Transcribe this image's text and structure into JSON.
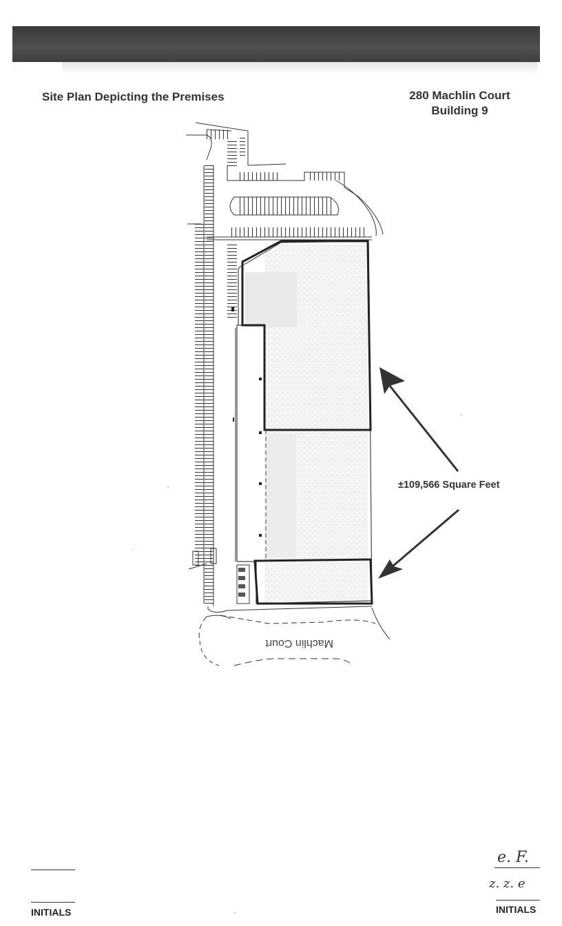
{
  "document": {
    "title": "Site Plan Depicting the Premises",
    "address_line1": "280 Machlin Court",
    "address_line2": "Building 9"
  },
  "site_plan": {
    "area_label": "±109,566 Square Feet",
    "street_label": "Machlin Court"
  },
  "footer": {
    "left_initials_label": "INITIALS",
    "right_initials_label": "INITIALS",
    "signature_initials_1": "e. F.",
    "signature_initials_2": "z. z. e"
  }
}
